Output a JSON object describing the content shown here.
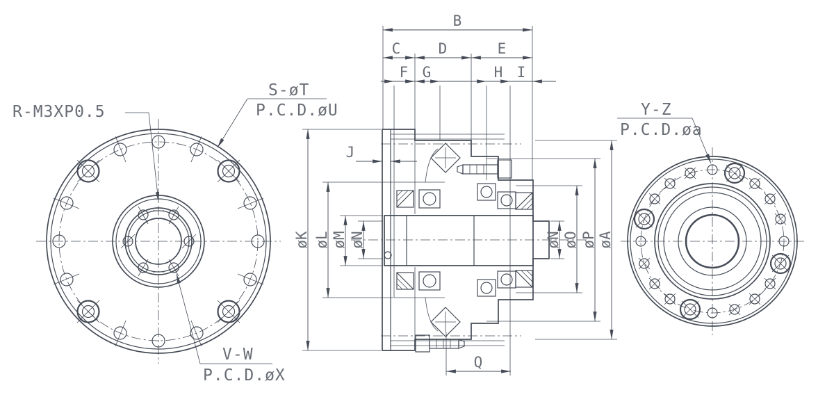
{
  "colors": {
    "background": "#ffffff",
    "line": "#454c57",
    "text": "#696e76"
  },
  "dimensions": {
    "b": "B",
    "c": "C",
    "d": "D",
    "e": "E",
    "f": "F",
    "g": "G",
    "h": "H",
    "i": "I",
    "j": "J",
    "q": "Q",
    "dia_k": "øK",
    "dia_l": "øL",
    "dia_m": "øM",
    "dia_n_left": "øN",
    "dia_n_right": "øN",
    "dia_o": "øO",
    "dia_p": "øP",
    "dia_a": "øA"
  },
  "annotations": {
    "thread_note": "R-M3XP0.5",
    "front_bolt_note_line1": "S-øT",
    "front_bolt_note_line2": "P.C.D.øU",
    "hub_note_line1": "V-W",
    "hub_note_line2": "P.C.D.øX",
    "rear_bolt_note_line1": "Y-Z",
    "rear_bolt_note_line2": "P.C.D.øa"
  }
}
